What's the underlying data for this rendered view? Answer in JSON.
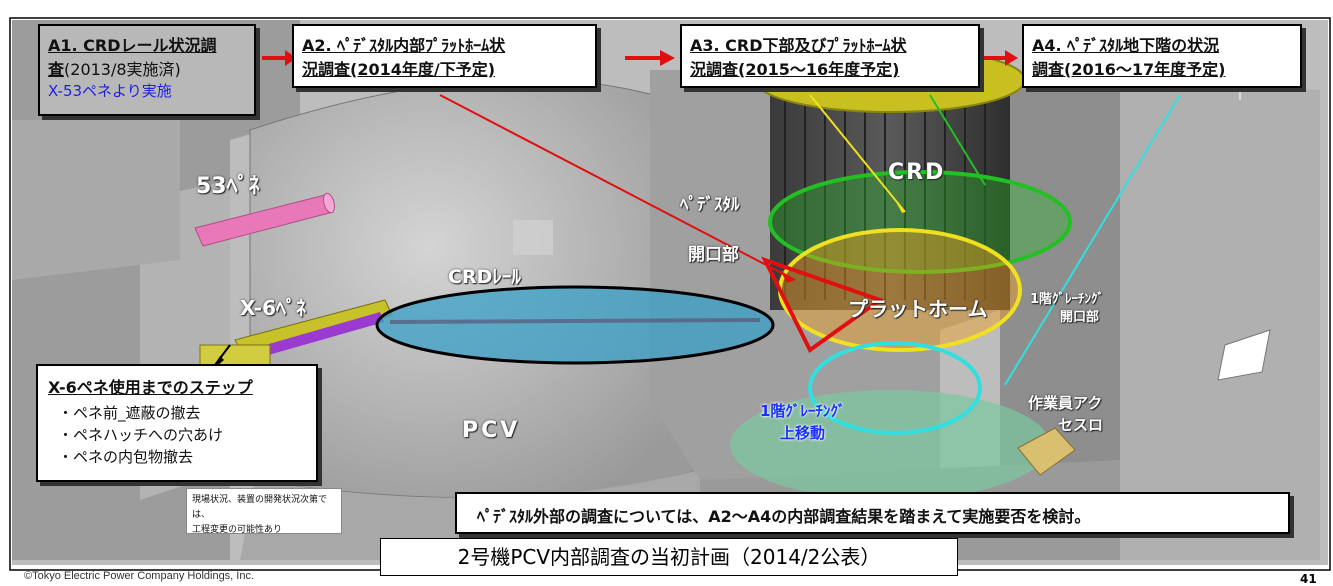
{
  "top_steps": [
    {
      "line1": "A1. CRDレール状況調",
      "line2": "査",
      "line2_suffix": "(2013/8実施済)",
      "line3": "X-53ペネより実施"
    },
    {
      "line1": "A2. ﾍﾟﾃﾞｽﾀﾙ内部ﾌﾟﾗｯﾄﾎｰﾑ状",
      "line2": "況調査(2014年度/下予定)"
    },
    {
      "line1": "A3. CRD下部及びﾌﾟﾗｯﾄﾎｰﾑ状",
      "line2": "況調査(2015～16年度予定)"
    },
    {
      "line1": "A4. ﾍﾟﾃﾞｽﾀﾙ地下階の状況",
      "line2": "調査(2016～17年度予定)"
    }
  ],
  "scene_labels": {
    "pen53": "53ﾍﾟﾈ",
    "crd": "CRD",
    "pedestal": "ﾍﾟﾃﾞｽﾀﾙ",
    "opening": "開口部",
    "crd_rail": "CRDﾚｰﾙ",
    "x6": "X-6ﾍﾟﾈ",
    "platform": "プラットホーム",
    "grating_opening_1": "1階ｸﾞﾚｰﾁﾝｸﾞ",
    "grating_opening_2": "開口部",
    "grating_move_1": "1階ｸﾞﾚｰﾁﾝｸﾞ",
    "grating_move_2": "上移動",
    "worker_access_1": "作業員アク",
    "worker_access_2": "セスロ",
    "pcv": "PCV"
  },
  "x6_steps": {
    "title": "X-6ペネ使用までのステップ",
    "items": [
      "・ペネ前_遮蔽の撤去",
      "・ペネハッチへの穴あけ",
      "・ペネの内包物撤去"
    ]
  },
  "note_small": [
    "現場状況、装置の開発状況次第では、",
    "工程変更の可能性あり"
  ],
  "note_main": "ﾍﾟﾃﾞｽﾀﾙ外部の調査については、A2～A4の内部調査結果を踏まえて実施要否を検討。",
  "caption": "2号機PCV内部調査の当初計画（2014/2公表）",
  "copyright": "©Tokyo Electric Power Company Holdings, Inc.",
  "page_number": "41",
  "colors": {
    "arrow_red": "#e01010",
    "crd_ring": "#22c022",
    "platform_ring": "#f0e020",
    "basement_ring": "#30e0e0",
    "rail_ellipse": "#3aa0c8",
    "pen53_pipe": "#e878b8",
    "subtitle_blue": "#2020e0"
  }
}
